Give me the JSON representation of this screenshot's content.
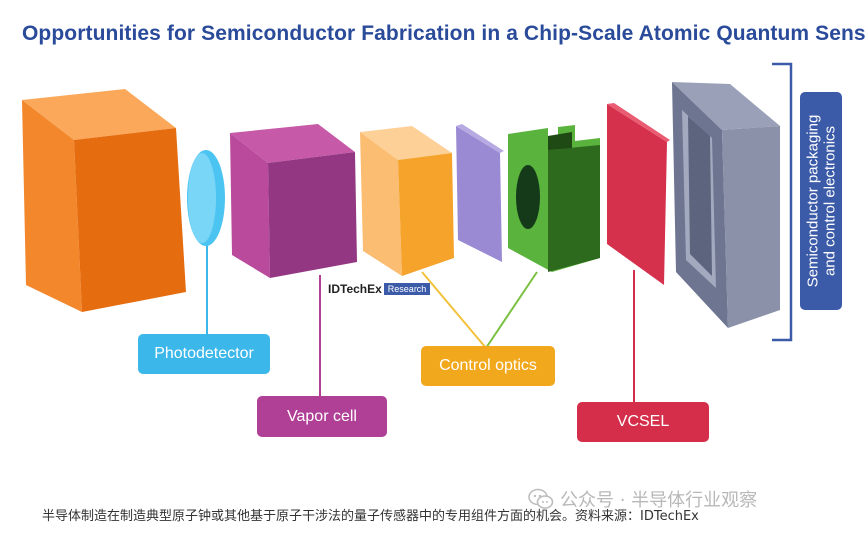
{
  "title": "Opportunities for Semiconductor Fabrication in a Chip-Scale Atomic Quantum Sensor",
  "labels": {
    "photodetector": "Photodetector",
    "vapor_cell": "Vapor cell",
    "control_optics": "Control optics",
    "vcsel": "VCSEL",
    "packaging": [
      "Semiconductor packaging",
      "and control electronics"
    ]
  },
  "logo": {
    "main": "IDTechEx",
    "sub": "Research"
  },
  "caption": "半导体制造在制造典型原子钟或其他基于原子干涉法的量子传感器中的专用组件方面的机会。资料来源：IDTechEx",
  "watermark": "公众号 · 半导体行业观察",
  "colors": {
    "title": "#2a4a9a",
    "photodetector": "#3bb7ea",
    "vapor_cell": "#b03f96",
    "control_optics": "#f2a81d",
    "vcsel": "#d42e4a",
    "packaging": "#3b5aa8"
  }
}
